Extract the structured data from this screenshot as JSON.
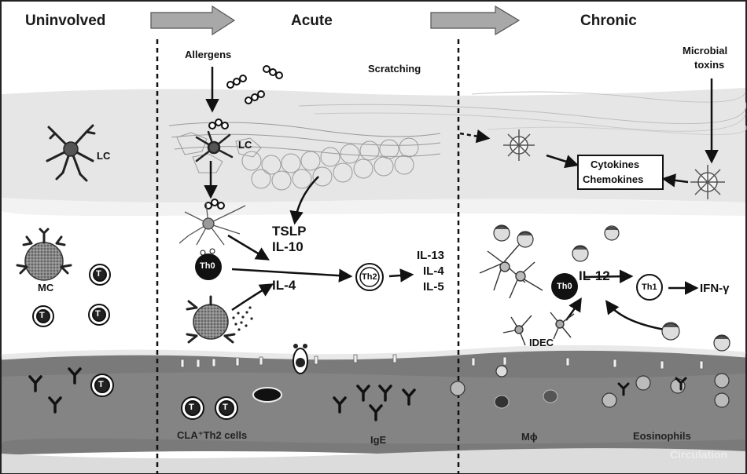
{
  "colors": {
    "background": "#ffffff",
    "skin_surface": "#e4e4e4",
    "dermis": "#f4f4f4",
    "vessel": "#7f7f7f",
    "vessel_dark": "#5a5a5a",
    "arrow_fill": "#9a9a9a",
    "ink": "#111111"
  },
  "headers": {
    "uninvolved": "Uninvolved",
    "acute": "Acute",
    "chronic": "Chronic"
  },
  "labels": {
    "allergens": "Allergens",
    "scratching": "Scratching",
    "microbial_toxins_line1": "Microbial",
    "microbial_toxins_line2": "toxins",
    "lc_uninvolved": "LC",
    "lc_acute": "LC",
    "cytokines": "Cytokines",
    "chemokines": "Chemokines",
    "tslp": "TSLP",
    "il10": "IL-10",
    "il4": "IL-4",
    "th0_acute": "Th0",
    "th2": "Th2",
    "il13": "IL-13",
    "il4_out": "IL-4",
    "il5": "IL-5",
    "mc": "MC",
    "t_cell": "T",
    "th0_chronic": "Th0",
    "il12": "IL-12",
    "th1": "Th1",
    "ifn": "IFN-γ",
    "idec": "IDEC",
    "cla_th2": "CLA⁺Th2 cells",
    "ige": "IgE",
    "macrophage": "Mϕ",
    "eosinophils": "Eosinophils",
    "circulation": "Circulation"
  },
  "icons": {
    "progression_arrow": "block-arrow-right",
    "langerhans_cell": "dendritic-cell-icon",
    "mast_cell": "mast-cell-icon",
    "t_cell": "t-cell-icon",
    "antibody": "y-shaped-antibody-icon",
    "microbe": "starburst-icon",
    "eosinophil": "granulocyte-icon"
  }
}
